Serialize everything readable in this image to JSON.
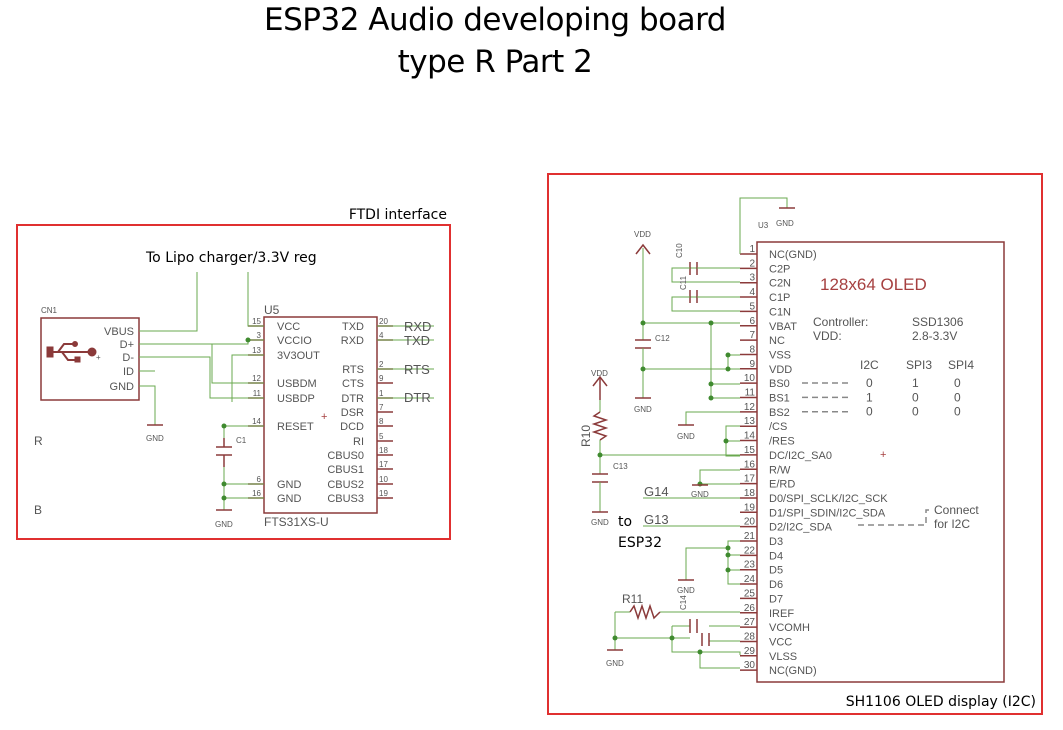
{
  "title": {
    "line1": "ESP32 Audio developing board",
    "line2": "type R Part 2"
  },
  "ftdi": {
    "box_label": "FTDI interface",
    "note": "To Lipo charger/3.3V reg",
    "conn_name": "CN1",
    "conn_pins": [
      "VBUS",
      "D+",
      "D-",
      "ID",
      "GND"
    ],
    "plus": "+",
    "chip_name": "U5",
    "chip_part": "FTS31XS-U",
    "left_pins": [
      {
        "num": "15",
        "name": "VCC"
      },
      {
        "num": "3",
        "name": "VCCIO"
      },
      {
        "num": "13",
        "name": "3V3OUT"
      },
      {
        "num": "12",
        "name": "USBDM"
      },
      {
        "num": "11",
        "name": "USBDP"
      },
      {
        "num": "14",
        "name": "RESET"
      },
      {
        "num": "6",
        "name": "GND"
      },
      {
        "num": "16",
        "name": "GND"
      }
    ],
    "right_pins": [
      {
        "num": "20",
        "name": "TXD"
      },
      {
        "num": "4",
        "name": "RXD"
      },
      {
        "num": "2",
        "name": "RTS"
      },
      {
        "num": "9",
        "name": "CTS"
      },
      {
        "num": "1",
        "name": "DTR"
      },
      {
        "num": "7",
        "name": "DSR"
      },
      {
        "num": "8",
        "name": "DCD"
      },
      {
        "num": "5",
        "name": "RI"
      },
      {
        "num": "18",
        "name": "CBUS0"
      },
      {
        "num": "17",
        "name": "CBUS1"
      },
      {
        "num": "10",
        "name": "CBUS2"
      },
      {
        "num": "19",
        "name": "CBUS3"
      }
    ],
    "nets": [
      "RXD",
      "TXD",
      "RTS",
      "DTR"
    ],
    "cap": "C1",
    "gnd": "GND",
    "edge_r": "R",
    "edge_b": "B"
  },
  "oled": {
    "box_label": "SH1106 OLED display (I2C)",
    "chip_name": "U3",
    "headline": "128x64 OLED",
    "controller_label": "Controller:",
    "controller_value": "SSD1306",
    "vdd_label": "VDD:",
    "vdd_value": "2.8-3.3V",
    "mode_headers": [
      "I2C",
      "SPI3",
      "SPI4"
    ],
    "modes": [
      {
        "pin": "BS0",
        "vals": [
          "0",
          "1",
          "0"
        ]
      },
      {
        "pin": "BS1",
        "vals": [
          "1",
          "0",
          "0"
        ]
      },
      {
        "pin": "BS2",
        "vals": [
          "0",
          "0",
          "0"
        ]
      }
    ],
    "connect_note": [
      "Connect",
      "for I2C"
    ],
    "pins": [
      "NC(GND)",
      "C2P",
      "C2N",
      "C1P",
      "C1N",
      "VBAT",
      "NC",
      "VSS",
      "VDD",
      "BS0",
      "BS1",
      "BS2",
      "/CS",
      "/RES",
      "DC/I2C_SA0",
      "R/W",
      "E/RD",
      "D0/SPI_SCLK/I2C_SCK",
      "D1/SPI_SDIN/I2C_SDA",
      "D2/I2C_SDA",
      "D3",
      "D4",
      "D5",
      "D6",
      "D7",
      "IREF",
      "VCOMH",
      "VCC",
      "VLSS",
      "NC(GND)"
    ],
    "vdd": "VDD",
    "gnd": "GND",
    "caps": [
      "C10",
      "C11",
      "C12",
      "C13",
      "C14"
    ],
    "resistors": [
      "R10",
      "R11"
    ],
    "nets": [
      "G14",
      "G13"
    ],
    "to_esp": [
      "to",
      "ESP32"
    ],
    "plus": "+"
  }
}
